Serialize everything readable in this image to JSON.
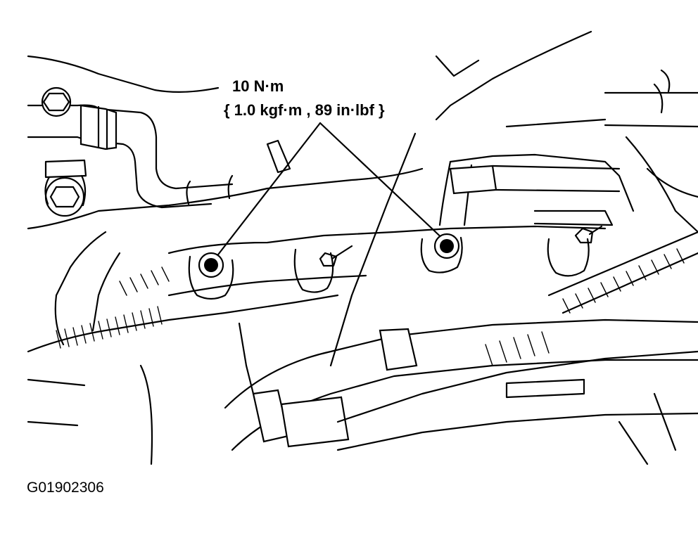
{
  "torque_spec": {
    "metric": "10 N·m",
    "alternate": "{ 1.0 kgf·m , 89 in·lbf }"
  },
  "figure_code": "G01902306",
  "colors": {
    "ink": "#000000",
    "paper": "#ffffff"
  },
  "callout_targets": [
    "left-exhaust-bolt",
    "right-exhaust-bolt"
  ]
}
